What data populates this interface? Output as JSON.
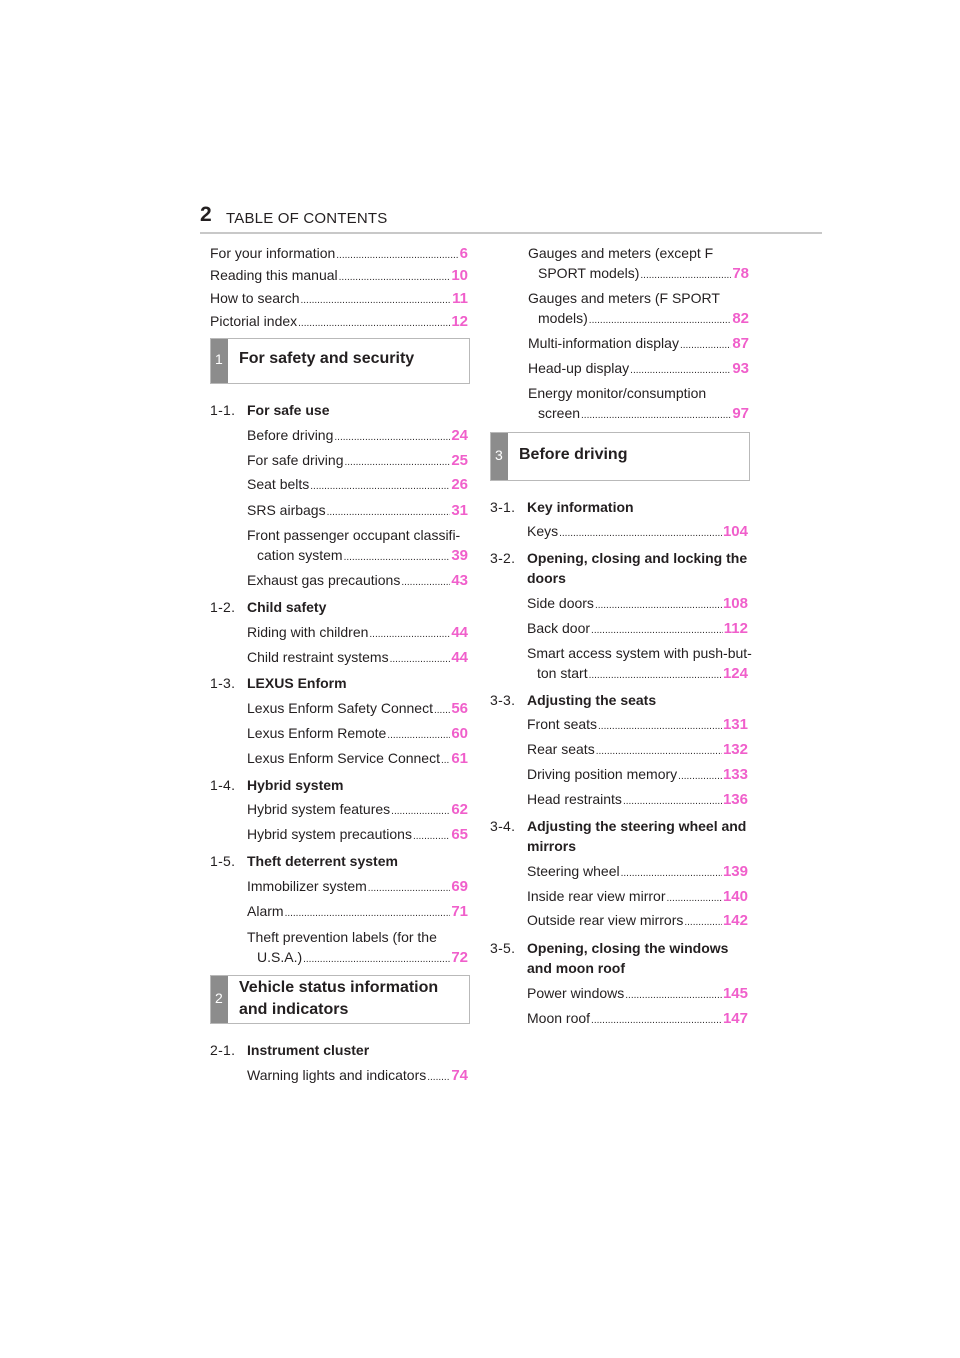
{
  "header": {
    "page_number": "2",
    "title": "TABLE OF CONTENTS"
  },
  "front": [
    {
      "label": "For your information",
      "page": "6"
    },
    {
      "label": "Reading this manual",
      "page": "10"
    },
    {
      "label": "How to search",
      "page": "11"
    },
    {
      "label": "Pictorial index",
      "page": "12"
    }
  ],
  "chapter1": {
    "number": "1",
    "title": "For safety and security",
    "sections": [
      {
        "number": "1-1.",
        "title": "For safe use"
      },
      {
        "number": "1-2.",
        "title": "Child safety"
      },
      {
        "number": "1-3.",
        "title": "LEXUS Enform"
      },
      {
        "number": "1-4.",
        "title": "Hybrid system"
      },
      {
        "number": "1-5.",
        "title": "Theft deterrent system"
      }
    ],
    "entries": [
      {
        "label": "Before driving",
        "page": "24"
      },
      {
        "label": "For safe driving",
        "page": "25"
      },
      {
        "label": "Seat belts",
        "page": "26"
      },
      {
        "label": "SRS airbags",
        "page": "31"
      },
      {
        "label": "Front passenger occupant classifi-",
        "label2": "cation system",
        "page": "39"
      },
      {
        "label": "Exhaust gas precautions",
        "page": "43"
      },
      {
        "label": "Riding with children",
        "page": "44"
      },
      {
        "label": "Child restraint systems",
        "page": "44"
      },
      {
        "label": "Lexus Enform Safety Connect",
        "page": "56"
      },
      {
        "label": "Lexus Enform Remote",
        "page": "60"
      },
      {
        "label": "Lexus Enform Service Connect",
        "page": "61"
      },
      {
        "label": "Hybrid system features",
        "page": "62"
      },
      {
        "label": "Hybrid system precautions",
        "page": "65"
      },
      {
        "label": "Immobilizer system",
        "page": "69"
      },
      {
        "label": "Alarm",
        "page": "71"
      },
      {
        "label": "Theft prevention labels (for the",
        "label2": "U.S.A.)",
        "page": "72"
      }
    ]
  },
  "chapter2": {
    "number": "2",
    "title": "Vehicle status information and indicators",
    "sections": [
      {
        "number": "2-1.",
        "title": "Instrument cluster"
      }
    ],
    "entries": [
      {
        "label": "Warning lights and indicators",
        "page": "74"
      },
      {
        "label": "Gauges and meters (except F",
        "label2": "SPORT models)",
        "page": "78"
      },
      {
        "label": "Gauges and meters (F SPORT",
        "label2": "models)",
        "page": "82"
      },
      {
        "label": "Multi-information display",
        "page": "87"
      },
      {
        "label": "Head-up display",
        "page": "93"
      },
      {
        "label": "Energy monitor/consumption",
        "label2": "screen",
        "page": "97"
      }
    ]
  },
  "chapter3": {
    "number": "3",
    "title": "Before driving",
    "sections": [
      {
        "number": "3-1.",
        "title": "Key information"
      },
      {
        "number": "3-2.",
        "title": "Opening, closing and locking the doors"
      },
      {
        "number": "3-3.",
        "title": "Adjusting the seats"
      },
      {
        "number": "3-4.",
        "title": "Adjusting the steering wheel and mirrors"
      },
      {
        "number": "3-5.",
        "title": "Opening, closing the windows and moon roof"
      }
    ],
    "entries": [
      {
        "label": "Keys",
        "page": "104"
      },
      {
        "label": "Side doors",
        "page": "108"
      },
      {
        "label": "Back door",
        "page": "112"
      },
      {
        "label": "Smart access system with push-but-",
        "label2": "ton start",
        "page": "124"
      },
      {
        "label": "Front seats",
        "page": "131"
      },
      {
        "label": "Rear seats",
        "page": "132"
      },
      {
        "label": "Driving position memory",
        "page": "133"
      },
      {
        "label": "Head restraints",
        "page": "136"
      },
      {
        "label": "Steering wheel",
        "page": "139"
      },
      {
        "label": "Inside rear view mirror",
        "page": "140"
      },
      {
        "label": "Outside rear view mirrors",
        "page": "142"
      },
      {
        "label": "Power windows",
        "page": "145"
      },
      {
        "label": "Moon roof",
        "page": "147"
      }
    ]
  },
  "colors": {
    "page_link": "#f05fcb",
    "tab": "#8c8c8c",
    "box_border": "#b9b9b9",
    "text": "#231f20"
  }
}
